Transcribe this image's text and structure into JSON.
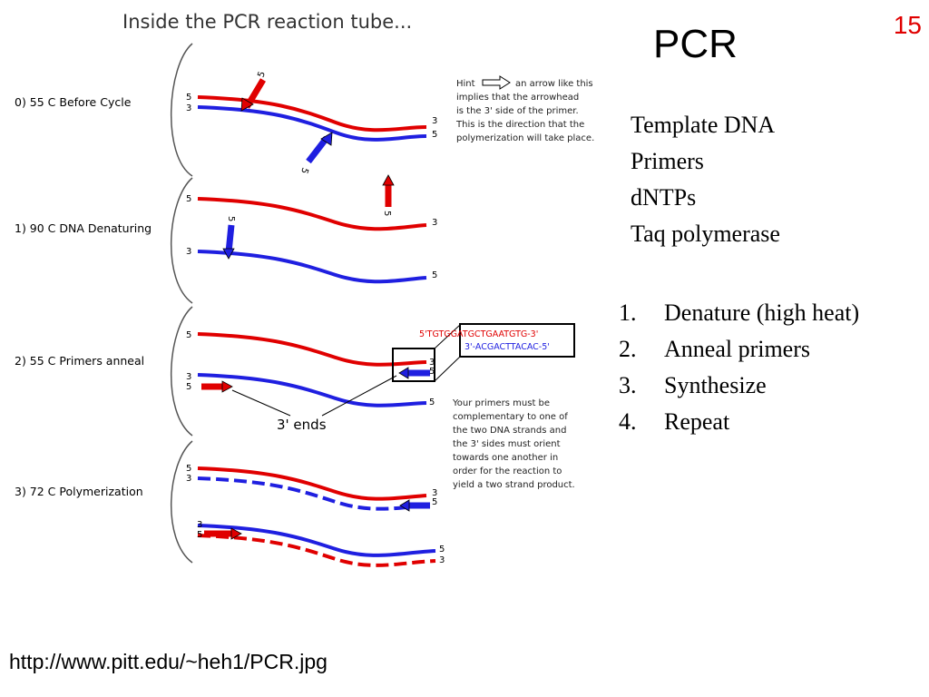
{
  "slide": {
    "number": "15",
    "title": "PCR",
    "materials": [
      "Template DNA",
      "Primers",
      "dNTPs",
      "Taq polymerase"
    ],
    "steps": [
      {
        "num": "1.",
        "text": "Denature (high heat)"
      },
      {
        "num": "2.",
        "text": "Anneal primers"
      },
      {
        "num": "3.",
        "text": "Synthesize"
      },
      {
        "num": "4.",
        "text": "Repeat"
      }
    ],
    "source_url": "http://www.pitt.edu/~heh1/PCR.jpg"
  },
  "diagram": {
    "title": "Inside the PCR reaction tube...",
    "stages": [
      "0) 55 C Before Cycle",
      "1) 90 C DNA Denaturing",
      "2) 55 C Primers anneal",
      "3) 72 C Polymerization"
    ],
    "hint": {
      "prefix": "Hint",
      "lines": [
        "an arrow like this",
        "implies that the arrowhead",
        "is the 3' side of the primer.",
        "This is the direction that the",
        "polymerization will take place."
      ]
    },
    "sequence_top": "5'TGTGGATGCTGAATGTG-3'",
    "sequence_bottom": "3'-ACGACTTACAC-5'",
    "three_prime_ends": "3' ends",
    "note": [
      "Your primers must be",
      "complementary to one of",
      "the two DNA strands and",
      "the 3' sides must orient",
      "towards one another in",
      "order for the reaction to",
      "yield a two strand product."
    ],
    "end_labels": {
      "five": "5",
      "three": "3"
    },
    "colors": {
      "red_strand": "#e00000",
      "blue_strand": "#1f1fe0",
      "slide_number": "#e00000"
    }
  }
}
